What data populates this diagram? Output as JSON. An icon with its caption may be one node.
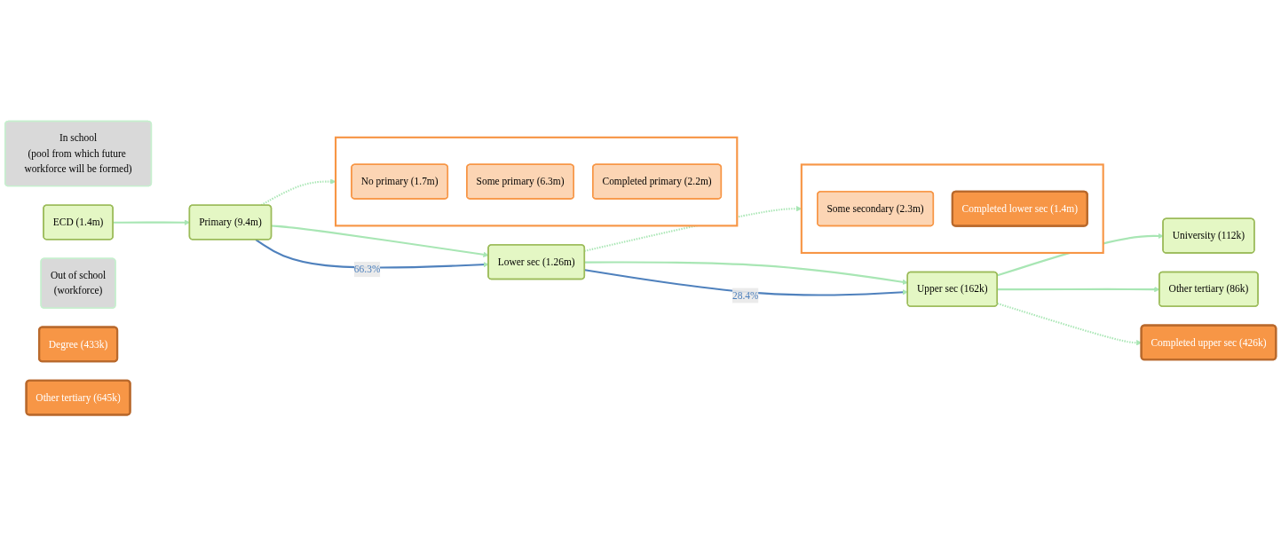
{
  "diagram": {
    "nodes": [
      {
        "text": [
          "In school",
          "(pool from which future workforce will be formed)"
        ]
      },
      {
        "text": [
          "ECD (1.4m)"
        ]
      },
      {
        "text": [
          "Primary (9.4m)"
        ]
      },
      {
        "text": [
          "Lower sec (1.26m)"
        ]
      },
      {
        "text": [
          "Upper sec (162k)"
        ]
      },
      {
        "text": [
          "University (112k)"
        ]
      },
      {
        "text": [
          "Other tertiary (86k)"
        ]
      },
      {
        "text": [
          "Out of school",
          "(workforce)"
        ]
      },
      {
        "text": [],
        "shape": "box"
      },
      {
        "text": [
          "No primary (1.7m)"
        ],
        "in": 8
      },
      {
        "text": [
          "Some primary (6.3m)"
        ],
        "in": 8
      },
      {
        "text": [
          "Completed primary (2.2m)"
        ],
        "in": 8
      },
      {
        "text": [],
        "shape": "box"
      },
      {
        "text": [
          "Some secondary (2.3m)"
        ],
        "in": 12
      },
      {
        "text": [
          "Completed lower sec (1.4m)"
        ],
        "in": 12
      },
      {
        "text": [
          "Completed upper sec (426k)"
        ]
      },
      {
        "text": [
          "Degree (433k)"
        ]
      },
      {
        "text": [
          "Other tertiary (645k)"
        ]
      }
    ],
    "edges": [
      {
        "from": 1,
        "to": 2,
        "arrow": "to"
      },
      {
        "from": 2,
        "to": 3,
        "arrow": "to"
      },
      {
        "from": 2,
        "to": 3,
        "arrow": "to",
        "label": "66.3%",
        "color": "#4f81bd"
      },
      {
        "from": 3,
        "to": 4,
        "arrow": "to"
      },
      {
        "from": 3,
        "to": 4,
        "arrow": "to",
        "label": "28.4%",
        "color": "#4f81bd"
      },
      {
        "from": 4,
        "to": 5,
        "arrow": "to"
      },
      {
        "from": 4,
        "to": 6,
        "arrow": "to"
      },
      {
        "from": 2,
        "to": 8,
        "arrow": "to",
        "style": "dashed"
      },
      {
        "from": 3,
        "to": 12,
        "arrow": "to",
        "style": "dashed"
      },
      {
        "from": 4,
        "to": 15,
        "arrow": "to",
        "style": "dashed"
      }
    ]
  }
}
